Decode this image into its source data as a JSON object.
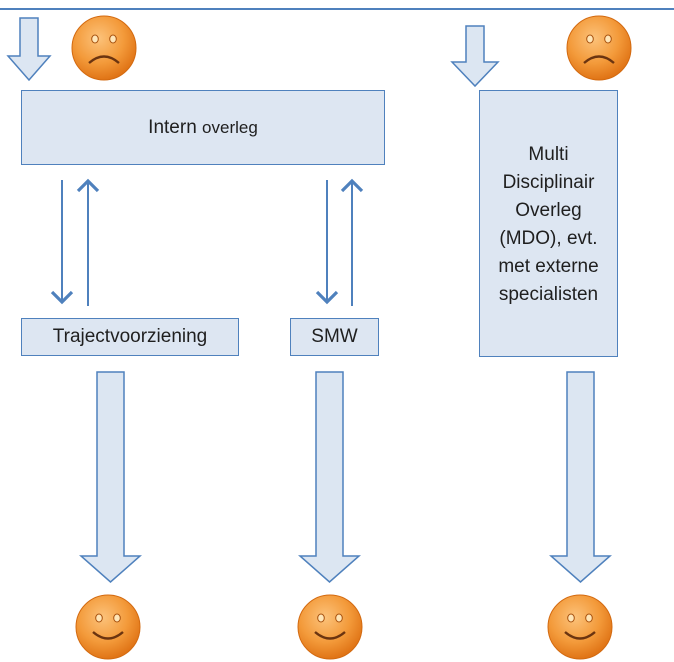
{
  "boxes": {
    "intern_main": "Intern",
    "intern_small": "overleg",
    "traject": "Trajectvoorziening",
    "smw": "SMW",
    "mdo_lines": [
      "Multi",
      "Disciplinair",
      "Overleg",
      "(MDO), evt.",
      "met externe",
      "specialisten"
    ]
  },
  "faces": {
    "top": [
      "sad",
      "sad"
    ],
    "bottom": [
      "happy",
      "happy",
      "happy"
    ]
  },
  "colors": {
    "line": "#4f81bd",
    "box_fill": "#dde6f2",
    "arrow_fill": "#dce6f2",
    "face_light": "#fbb66a",
    "face_dark": "#e27a1e"
  }
}
